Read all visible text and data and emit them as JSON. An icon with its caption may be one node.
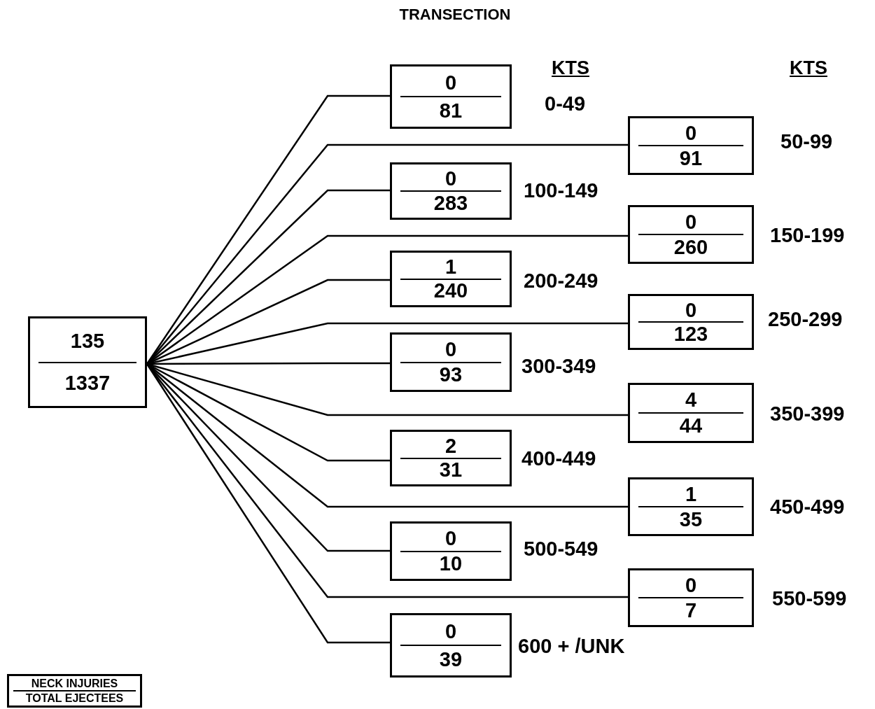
{
  "diagram": {
    "title": "TRANSECTION",
    "nodes": [
      {
        "text": [
          "135",
          "1337"
        ]
      },
      {
        "text": [
          "0",
          "81"
        ],
        "beside": [
          "0-49"
        ]
      },
      {
        "text": [
          "0",
          "91"
        ],
        "beside": [
          "50-99"
        ]
      },
      {
        "text": [
          "0",
          "283"
        ],
        "beside": [
          "100-149"
        ]
      },
      {
        "text": [
          "0",
          "260"
        ],
        "beside": [
          "150-199"
        ]
      },
      {
        "text": [
          "1",
          "240"
        ],
        "beside": [
          "200-249"
        ]
      },
      {
        "text": [
          "0",
          "123"
        ],
        "beside": [
          "250-299"
        ]
      },
      {
        "text": [
          "0",
          "93"
        ],
        "beside": [
          "300-349"
        ]
      },
      {
        "text": [
          "4",
          "44"
        ],
        "beside": [
          "350-399"
        ]
      },
      {
        "text": [
          "2",
          "31"
        ],
        "beside": [
          "400-449"
        ]
      },
      {
        "text": [
          "1",
          "35"
        ],
        "beside": [
          "450-499"
        ]
      },
      {
        "text": [
          "0",
          "10"
        ],
        "beside": [
          "500-549"
        ]
      },
      {
        "text": [
          "0",
          "7"
        ],
        "beside": [
          "550-599"
        ]
      },
      {
        "text": [
          "0",
          "39"
        ],
        "beside": [
          "600 + /UNK"
        ]
      },
      {
        "text": [
          "NECK INJURIES",
          "TOTAL EJECTEES"
        ]
      }
    ],
    "edges": [
      {
        "from": 0,
        "to": 1,
        "arrow": "none"
      },
      {
        "from": 0,
        "to": 2,
        "arrow": "none"
      },
      {
        "from": 0,
        "to": 3,
        "arrow": "none"
      },
      {
        "from": 0,
        "to": 4,
        "arrow": "none"
      },
      {
        "from": 0,
        "to": 5,
        "arrow": "none"
      },
      {
        "from": 0,
        "to": 6,
        "arrow": "none"
      },
      {
        "from": 0,
        "to": 7,
        "arrow": "none"
      },
      {
        "from": 0,
        "to": 8,
        "arrow": "none"
      },
      {
        "from": 0,
        "to": 9,
        "arrow": "none"
      },
      {
        "from": 0,
        "to": 10,
        "arrow": "none"
      },
      {
        "from": 0,
        "to": 11,
        "arrow": "none"
      },
      {
        "from": 0,
        "to": 12,
        "arrow": "none"
      },
      {
        "from": 0,
        "to": 13,
        "arrow": "none"
      }
    ],
    "labels": [
      "KTS",
      "KTS"
    ]
  }
}
